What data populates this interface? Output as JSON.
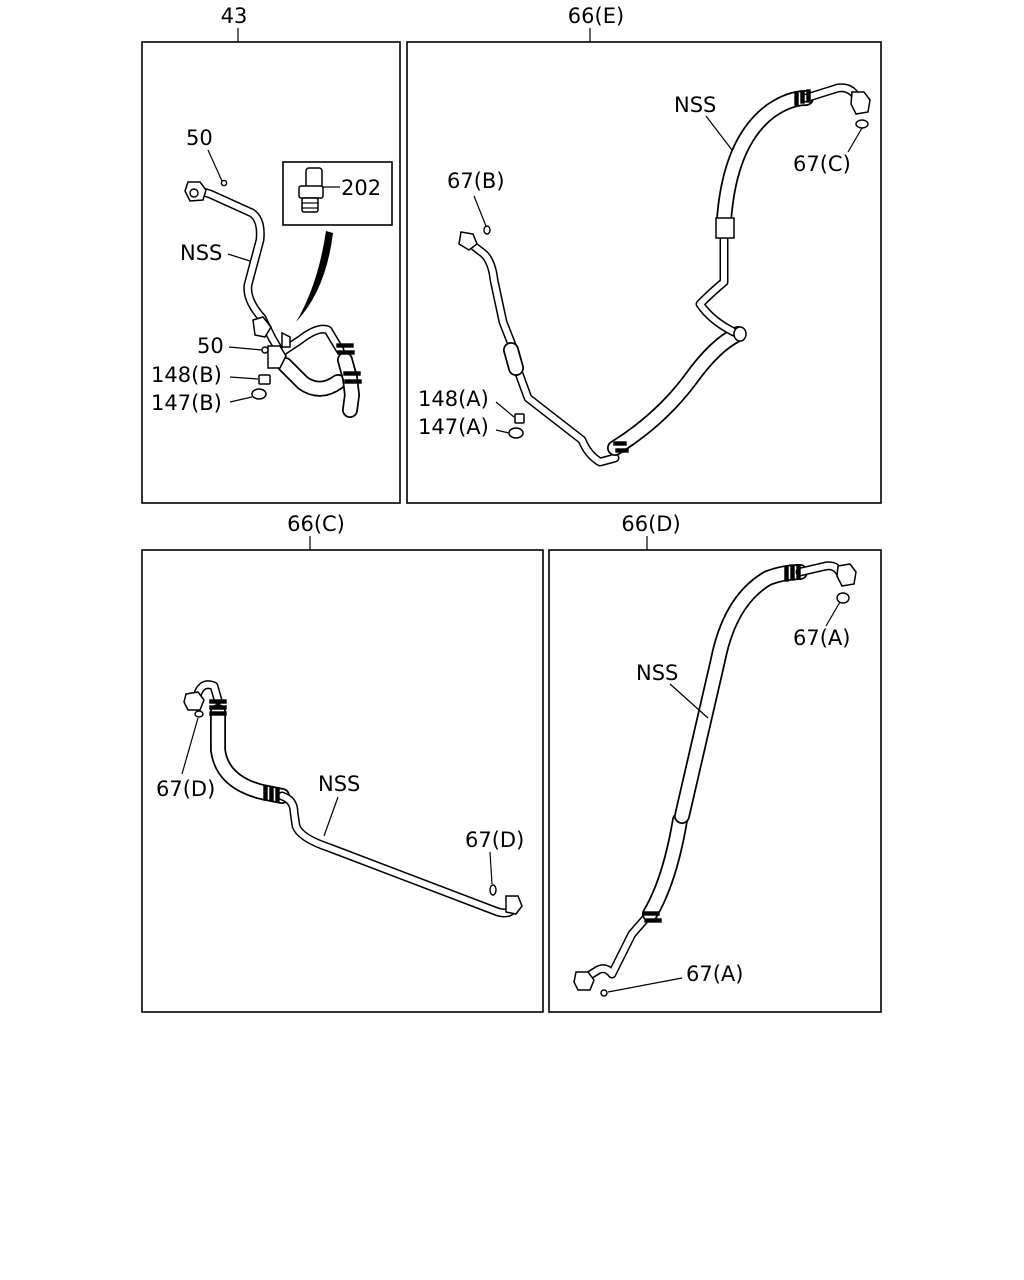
{
  "panels": [
    {
      "callout": "43",
      "labels": [
        "50",
        "NSS",
        "202",
        "50",
        "148(B)",
        "147(B)"
      ]
    },
    {
      "callout": "66(E)",
      "labels": [
        "NSS",
        "67(C)",
        "67(B)",
        "148(A)",
        "147(A)"
      ]
    },
    {
      "callout": "66(C)",
      "labels": [
        "67(D)",
        "NSS",
        "67(D)"
      ]
    },
    {
      "callout": "66(D)",
      "labels": [
        "67(A)",
        "NSS",
        "67(A)"
      ]
    }
  ]
}
